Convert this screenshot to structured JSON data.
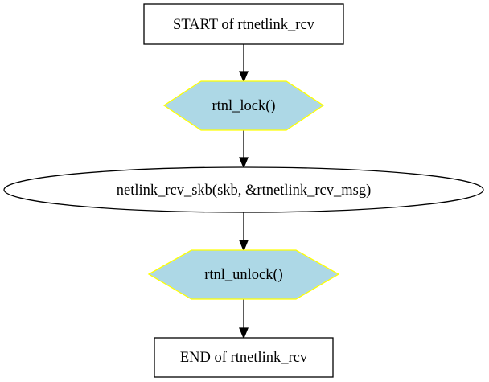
{
  "diagram": {
    "nodes": [
      {
        "id": "start",
        "label": "START of rtnetlink_rcv",
        "shape": "box"
      },
      {
        "id": "lock",
        "label": "rtnl_lock()",
        "shape": "hexagon"
      },
      {
        "id": "rcv",
        "label": "netlink_rcv_skb(skb, &rtnetlink_rcv_msg)",
        "shape": "ellipse"
      },
      {
        "id": "unlock",
        "label": "rtnl_unlock()",
        "shape": "hexagon"
      },
      {
        "id": "end",
        "label": "END of rtnetlink_rcv",
        "shape": "box"
      }
    ],
    "edges": [
      {
        "from": "start",
        "to": "lock"
      },
      {
        "from": "lock",
        "to": "rcv"
      },
      {
        "from": "rcv",
        "to": "unlock"
      },
      {
        "from": "unlock",
        "to": "end"
      }
    ],
    "colors": {
      "hexagon_fill": "#add8e6",
      "hexagon_stroke": "#ffff00",
      "box_fill": "#ffffff",
      "stroke": "#000000"
    }
  }
}
